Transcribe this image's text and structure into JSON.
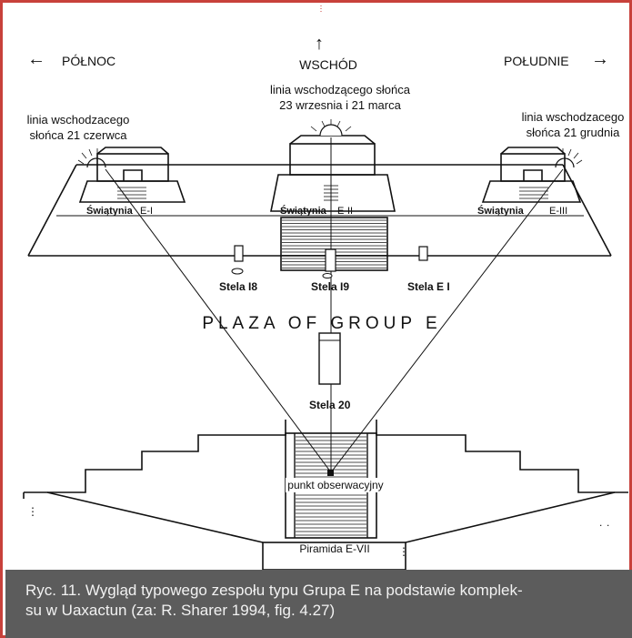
{
  "directions": {
    "north": "PÓŁNOC",
    "east": "WSCHÓD",
    "south": "POŁUDNIE",
    "north_arrow": "←",
    "south_arrow": "→",
    "east_arrow": "↑"
  },
  "sunrise_lines": {
    "june_line1": "linia wschodzacego",
    "june_line2": "słońca 21 czerwca",
    "equinox_line1": "linia wschodzącego słońca",
    "equinox_line2": "23 wrzesnia i 21 marca",
    "december_line1": "linia wschodzacego",
    "december_line2": "słońca 21 grudnia"
  },
  "temples": [
    {
      "label": "Świątynia",
      "code": "E-I"
    },
    {
      "label": "Świątynia",
      "code": "E-II"
    },
    {
      "label": "Świątynia",
      "code": "E-III"
    }
  ],
  "stelae": {
    "s18": "Stela I8",
    "s19": "Stela I9",
    "e1": "Stela E I",
    "s20": "Stela 20"
  },
  "plaza": "PLAZA OF GROUP E",
  "observation_point": "punkt obserwacyjny",
  "pyramid": "Piramida E-VII",
  "caption": {
    "line1": "Ryc. 11. Wygląd typowego zespołu typu Grupa E na podstawie komplek-",
    "line2": "su w Uaxactun (za: R. Sharer 1994, fig. 4.27)"
  },
  "colors": {
    "frame": "#c8413b",
    "caption_bg": "#5c5c5c",
    "caption_text": "#f2f2f2"
  }
}
